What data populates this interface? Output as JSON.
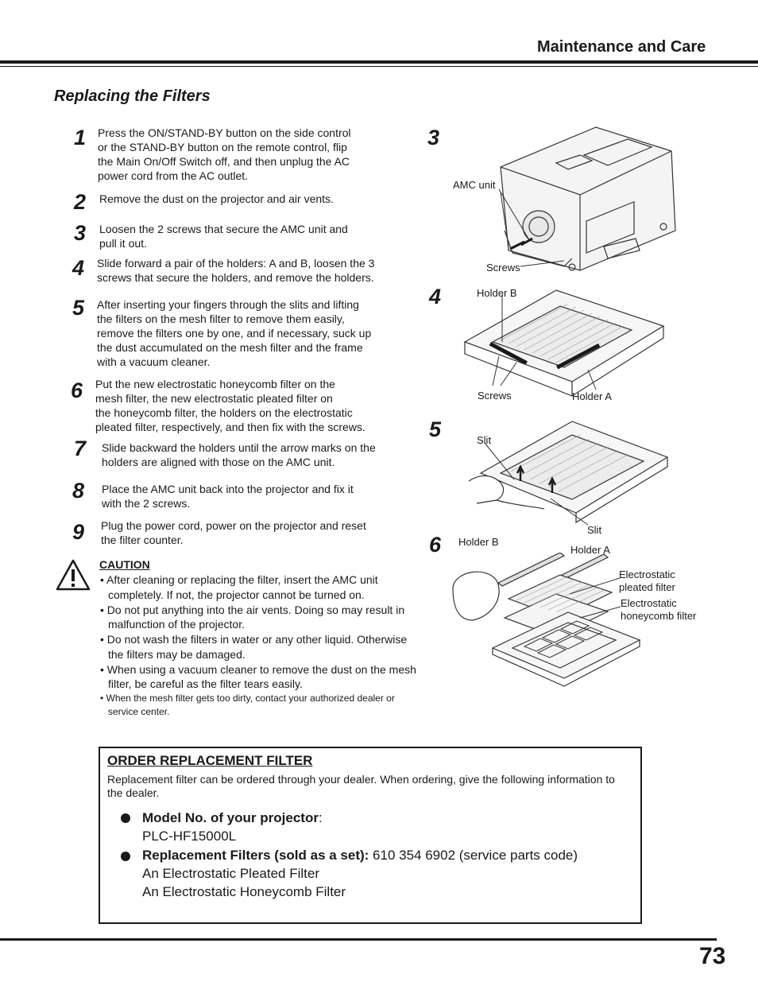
{
  "header": {
    "section_title": "Maintenance and Care"
  },
  "page": {
    "title": "Replacing the Filters",
    "number": "73"
  },
  "steps": [
    {
      "num": "1",
      "lines": [
        "Press the ON/STAND-BY button on the side control",
        "or the STAND-BY button on the remote control, flip",
        "the Main On/Off Switch off, and then unplug the AC",
        "power cord from the AC outlet."
      ]
    },
    {
      "num": "2",
      "lines": [
        "Remove the dust on the projector and air vents."
      ]
    },
    {
      "num": "3",
      "lines": [
        "Loosen the 2 screws that secure the AMC unit and",
        "pull it out."
      ]
    },
    {
      "num": "4",
      "lines": [
        "Slide forward a pair of the holders: A and B, loosen the 3",
        "screws that secure the holders, and remove the holders."
      ]
    },
    {
      "num": "5",
      "lines": [
        "After inserting your fingers through the slits and lifting",
        "the filters on the mesh filter to remove them easily,",
        "remove the filters one by one, and if necessary, suck up",
        "the dust accumulated on the mesh filter and the frame",
        "with a vacuum cleaner."
      ]
    },
    {
      "num": "6",
      "lines": [
        "Put the new electrostatic honeycomb filter on the",
        "mesh filter, the new electrostatic pleated filter on",
        "the honeycomb filter, the holders on the electrostatic",
        "pleated filter, respectively, and then fix with the screws."
      ]
    },
    {
      "num": "7",
      "lines": [
        "Slide backward the holders until the arrow marks on the",
        "holders are aligned with those on the AMC unit."
      ]
    },
    {
      "num": "8",
      "lines": [
        "Place the AMC unit back into the projector and fix it",
        "with the 2 screws."
      ]
    },
    {
      "num": "9",
      "lines": [
        "Plug the power cord, power on the projector and reset",
        "the filter counter."
      ]
    }
  ],
  "caution": {
    "title": "CAUTION",
    "items": [
      "• After cleaning or replacing the filter, insert the AMC unit completely. If not, the projector cannot be turned on.",
      "• Do not put anything into the air vents. Doing so may result in malfunction of the projector.",
      "• Do not wash the filters in water or any other liquid. Otherwise the filters may be damaged.",
      "• When using a vacuum cleaner to remove the dust on the mesh filter, be careful as the filter tears easily.",
      "• When the mesh filter gets too dirty, contact your authorized dealer or service center."
    ]
  },
  "figures": {
    "fig3": {
      "num": "3",
      "amc_unit": "AMC unit",
      "screws": "Screws"
    },
    "fig4": {
      "num": "4",
      "holder_b": "Holder B",
      "screws": "Screws",
      "holder_a": "Holder A"
    },
    "fig5": {
      "num": "5",
      "slit_top": "Slit",
      "slit_bottom": "Slit"
    },
    "fig6": {
      "num": "6",
      "holder_b": "Holder B",
      "holder_a": "Holder A",
      "pleated_1": "Electrostatic",
      "pleated_2": "pleated filter",
      "honeycomb_1": "Electrostatic",
      "honeycomb_2": "honeycomb filter"
    }
  },
  "order": {
    "title": "ORDER REPLACEMENT FILTER",
    "intro": "Replacement filter can be ordered through your dealer. When ordering, give the following information to the dealer.",
    "model_label": "Model No. of your projector",
    "model_colon": ":",
    "model_value": "PLC-HF15000L",
    "filters_label": "Replacement Filters (sold as a set):",
    "filters_code": " 610 354 6902 (service parts code)",
    "filter_1": "An Electrostatic Pleated Filter",
    "filter_2": "An Electrostatic Honeycomb Filter"
  }
}
